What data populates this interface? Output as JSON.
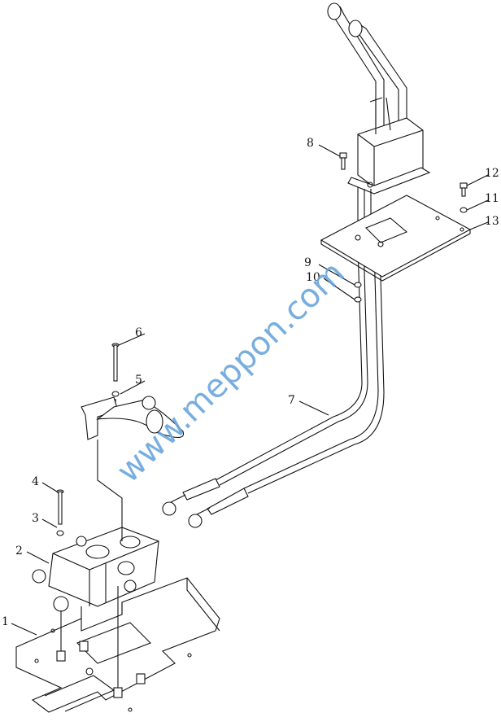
{
  "watermark": "www.meppon.com",
  "labels": {
    "p1": "1",
    "p2": "2",
    "p3": "3",
    "p4": "4",
    "p5": "5",
    "p6": "6",
    "p7": "7",
    "p8": "8",
    "p9": "9",
    "p10": "10",
    "p11": "11",
    "p12": "12",
    "p13": "13"
  }
}
